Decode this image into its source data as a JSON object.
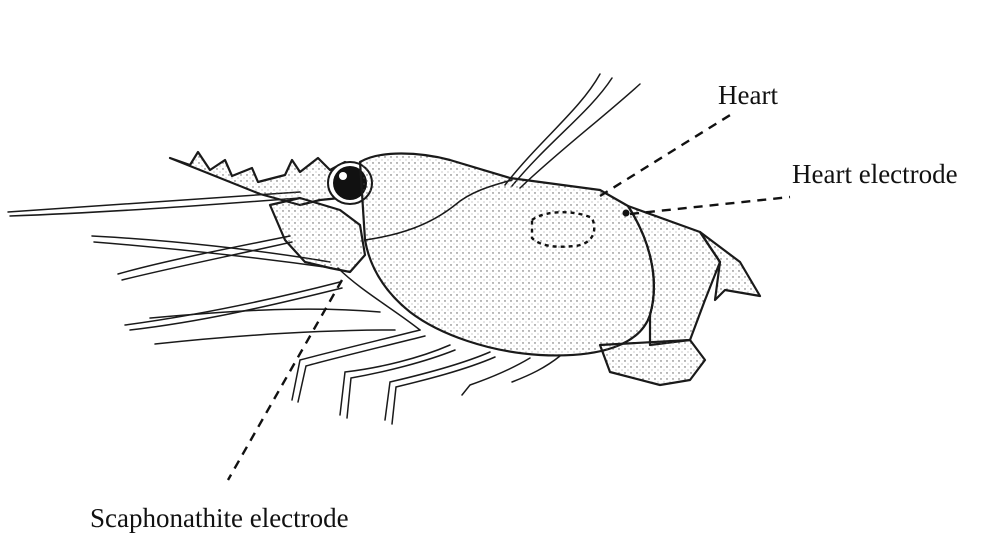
{
  "labels": {
    "heart": "Heart",
    "heart_electrode": "Heart electrode",
    "scaphonathite_electrode": "Scaphonathite electrode"
  }
}
